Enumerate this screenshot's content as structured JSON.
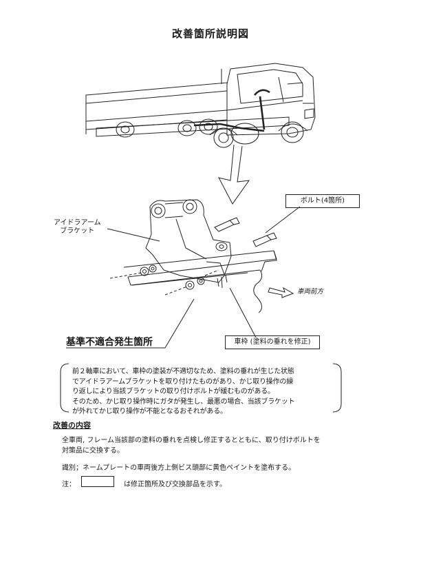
{
  "document": {
    "title": "改善箇所説明図",
    "labels": {
      "idler_arm_line1": "アイドラアーム",
      "idler_arm_line2": "ブラケット",
      "bolt": "ボルト(4箇所)",
      "forward": "車両前方",
      "frame": "車枠 (塗料の垂れを修正)",
      "noncompliance": "基準不適合発生箇所"
    },
    "description_lines": [
      "前２軸車において、車枠の塗装が不適切なため、塗料の垂れが生じた状態",
      "でアイドラアームブラケットを取り付けたものがあり、かじ取り操作の繰",
      "り返しにより当該ブラケットの取り付けボルトが緩むものがある。",
      "そのため、かじ取り操作時にガタが発生し、最悪の場合、当該ブラケット",
      "が外れてかじ取り操作が不能となるおそれがある。"
    ],
    "improvement": {
      "heading": "改善の内容",
      "body_lines": [
        "全車両, フレーム当該部の塗料の垂れを点検し修正するとともに、取り付けボルトを",
        "対策品に交換する。"
      ],
      "identification": "識別；ネームプレートの車両後方上側ビス頭部に黄色ペイントを塗布する。",
      "note_label": "注：",
      "note_text": "は修正箇所及び交換部品を示す。"
    }
  }
}
